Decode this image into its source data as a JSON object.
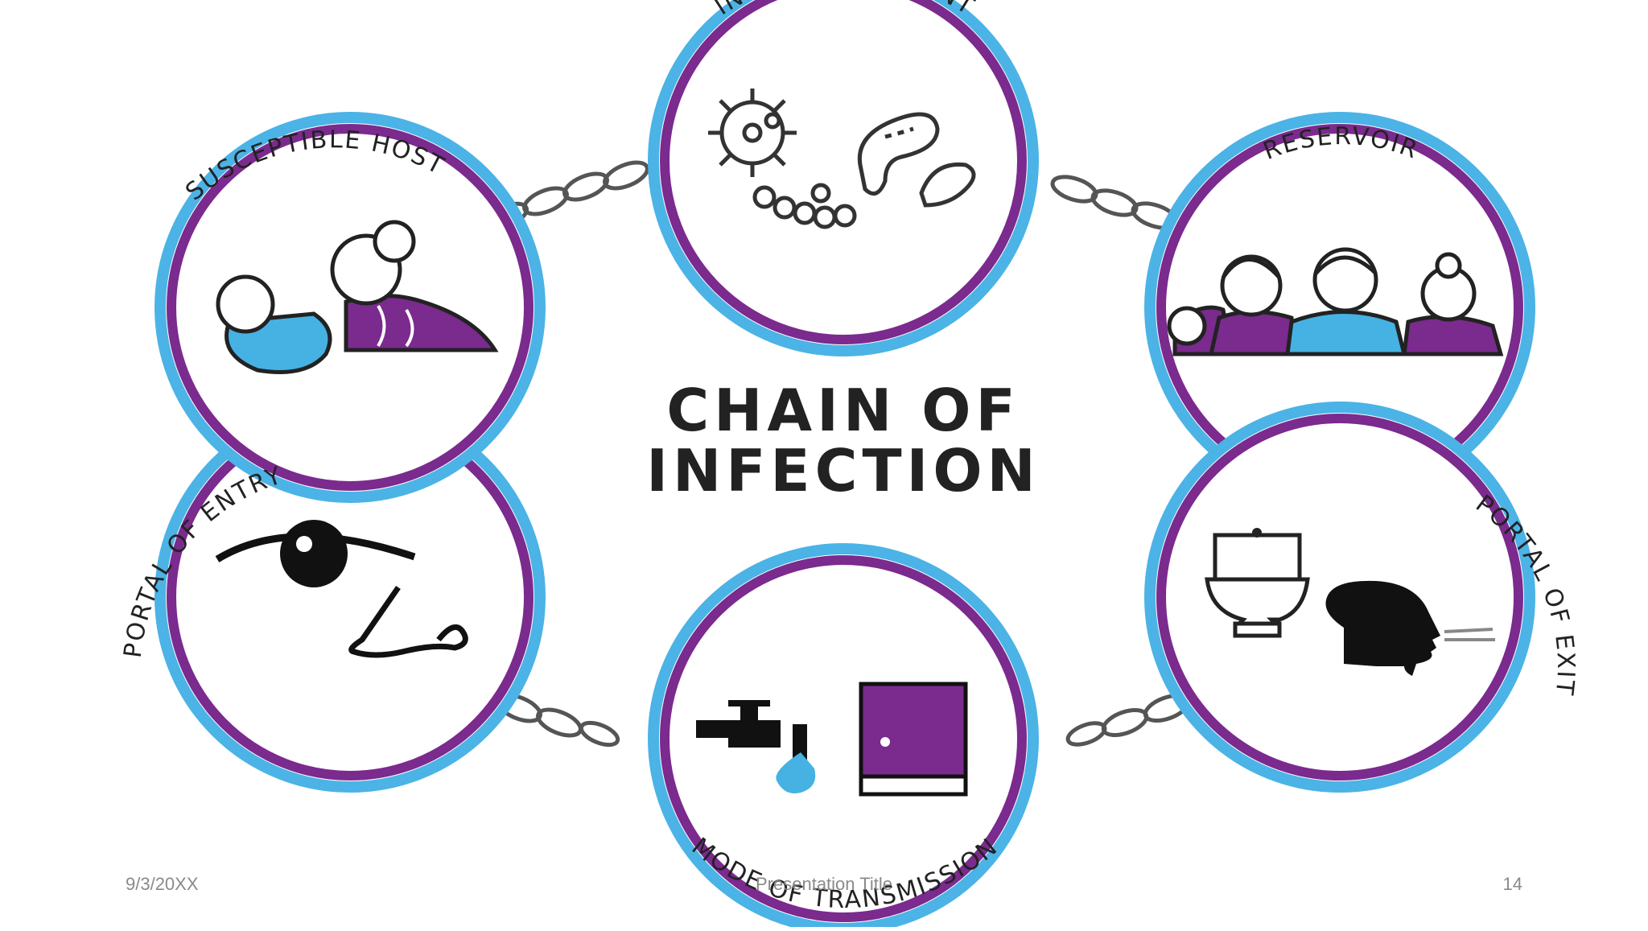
{
  "diagram": {
    "title_line1": "CHAIN OF",
    "title_line2": "INFECTION",
    "nodes": [
      {
        "id": "infectious-agent",
        "label": "INFECTIOUS AGENT",
        "icon": "microbes-icon"
      },
      {
        "id": "reservoir",
        "label": "RESERVOIR",
        "icon": "people-icon"
      },
      {
        "id": "portal-of-exit",
        "label": "PORTAL OF EXIT",
        "icon": "toilet-and-cough-icon"
      },
      {
        "id": "mode-of-transmission",
        "label": "MODE OF TRANSMISSION",
        "icon": "faucet-and-door-icon"
      },
      {
        "id": "portal-of-entry",
        "label": "PORTAL OF ENTRY",
        "icon": "eye-and-nose-icon"
      },
      {
        "id": "susceptible-host",
        "label": "SUSCEPTIBLE HOST",
        "icon": "baby-and-elder-icon"
      }
    ],
    "colors": {
      "ring_outer": "#4bb3e6",
      "ring_inner": "#7b2a8e",
      "purple_fill": "#7b2a8e",
      "blue_fill": "#45b2e3",
      "chain": "#555555"
    }
  },
  "footer": {
    "date": "9/3/20XX",
    "title": "Presentation Title",
    "page": "14"
  }
}
